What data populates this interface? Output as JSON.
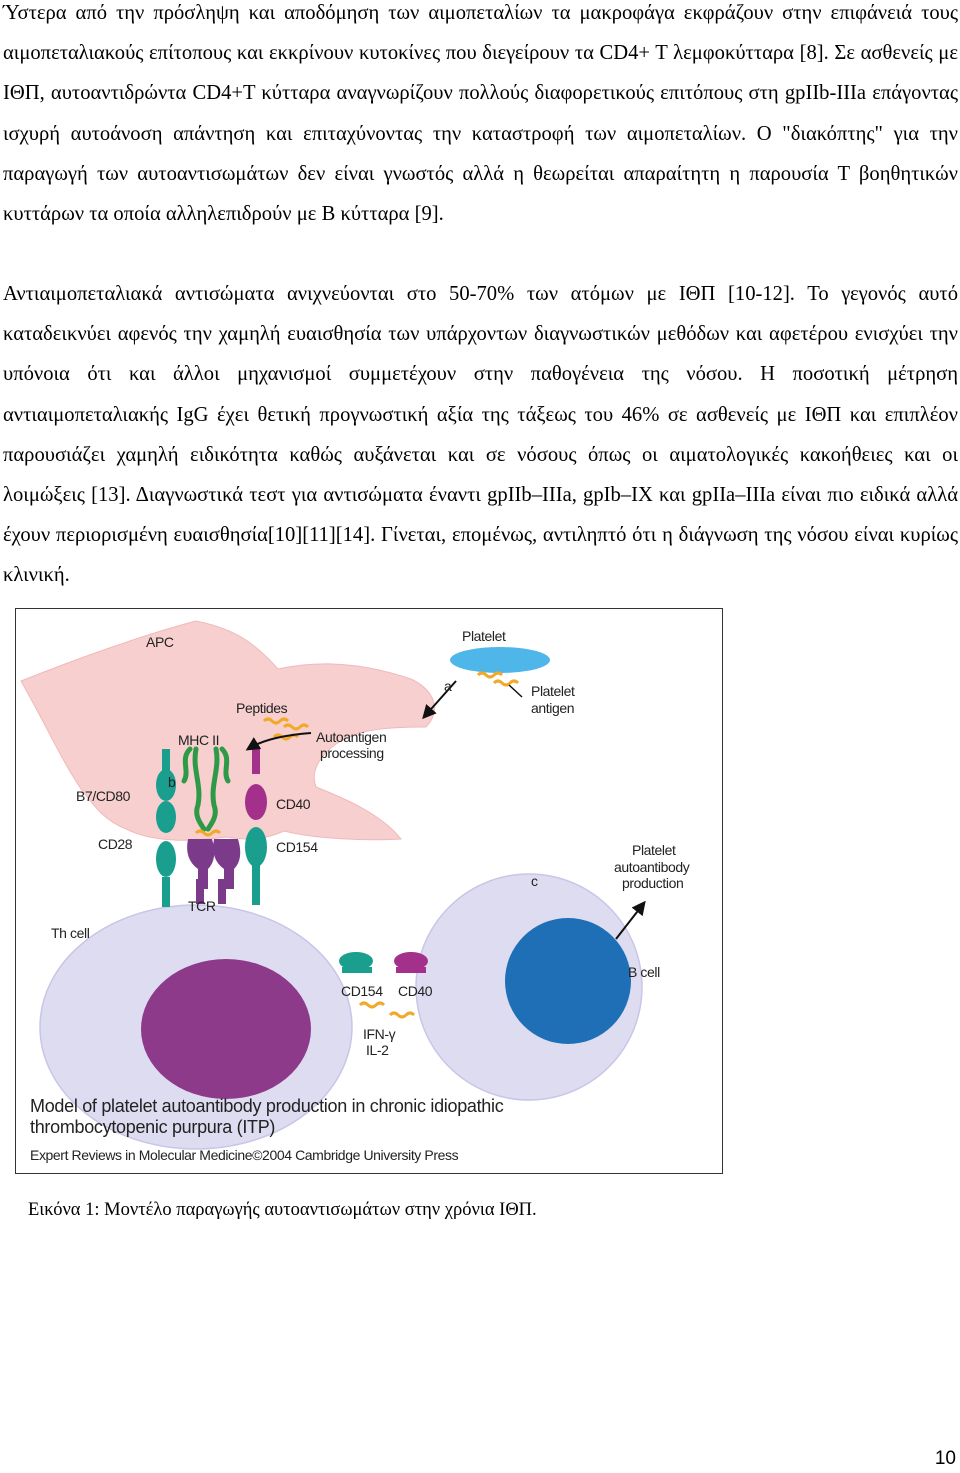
{
  "body": {
    "paragraphs": [
      "Ύστερα από την πρόσληψη και αποδόμηση των αιμοπεταλίων τα μακροφάγα εκφράζουν στην επιφάνειά τους αιμοπεταλιακούς επίτοπους και εκκρίνουν κυτοκίνες που διεγείρουν τα CD4+ T λεμφοκύτταρα [8]. Σε ασθενείς με ΙΘΠ, αυτοαντιδρώντα CD4+T κύτταρα αναγνωρίζουν πολλούς διαφορετικούς επιτόπους στη gpIIb-IIIa επάγοντας ισχυρή αυτοάνοση απάντηση και επιταχύνοντας την καταστροφή των αιμοπεταλίων. Ο \"διακόπτης\" για την παραγωγή των αυτοαντισωμάτων δεν είναι γνωστός αλλά η θεωρείται απαραίτητη η παρουσία Τ βοηθητικών κυττάρων τα οποία αλληλεπιδρούν με Β κύτταρα [9].",
      "Αντιαιμοπεταλιακά αντισώματα ανιχνεύονται στο 50-70% των ατόμων με ΙΘΠ [10-12]. Το γεγονός αυτό καταδεικνύει αφενός την χαμηλή ευαισθησία των υπάρχοντων διαγνωστικών μεθόδων και αφετέρου ενισχύει την υπόνοια ότι και άλλοι μηχανισμοί συμμετέχουν στην παθογένεια της νόσου. Η ποσοτική μέτρηση αντιαιμοπεταλιακής IgG έχει θετική προγνωστική αξία της τάξεως του 46% σε ασθενείς με ΙΘΠ και επιπλέον παρουσιάζει χαμηλή ειδικότητα καθώς αυξάνεται και σε νόσους όπως οι αιματολογικές κακοήθειες και οι λοιμώξεις [13]. Διαγνωστικά τεστ για αντισώματα έναντι gpIIb–IIIa, gpIb–IX και gpIIa–IIIa είναι πιο ειδικά αλλά έχουν περιορισμένη ευαισθησία[10][11][14]. Γίνεται, επομένως, αντιληπτό ότι η διάγνωση της νόσου είναι κυρίως κλινική."
    ]
  },
  "figure": {
    "labels": {
      "apc": "APC",
      "platelet": "Platelet",
      "a": "a",
      "platelet_antigen_1": "Platelet",
      "platelet_antigen_2": "antigen",
      "peptides": "Peptides",
      "mhc2": "MHC II",
      "autoantigen_1": "Autoantigen",
      "autoantigen_2": "processing",
      "b": "b",
      "b7": "B7/CD80",
      "cd28": "CD28",
      "cd40_top": "CD40",
      "cd154_top": "CD154",
      "tcr": "TCR",
      "th_cell": "Th cell",
      "c": "c",
      "autoab_1": "Platelet",
      "autoab_2": "autoantibody",
      "autoab_3": "production",
      "b_cell": "B cell",
      "cd154_mid": "CD154",
      "cd40_mid": "CD40",
      "ifn": "IFN-γ",
      "il2": "IL-2"
    },
    "title_line1": "Model of platelet autoantibody production in chronic idiopathic",
    "title_line2": "thrombocytopenic purpura (ITP)",
    "source": "Expert Reviews in Molecular Medicine©2004 Cambridge University Press",
    "colors": {
      "apc": "#f7cfcf",
      "th_cell": "#dedcf1",
      "nucleus_purple": "#8e3a8a",
      "b_nucleus": "#1e6fb5",
      "teal": "#1a9f8f",
      "magenta": "#a3308a",
      "yellow_peptide": "#f2a928",
      "platelet": "#4fb6e9"
    }
  },
  "caption": "Εικόνα 1: Μοντέλο παραγωγής αυτοαντισωμάτων στην χρόνια ΙΘΠ.",
  "page_number": "10"
}
